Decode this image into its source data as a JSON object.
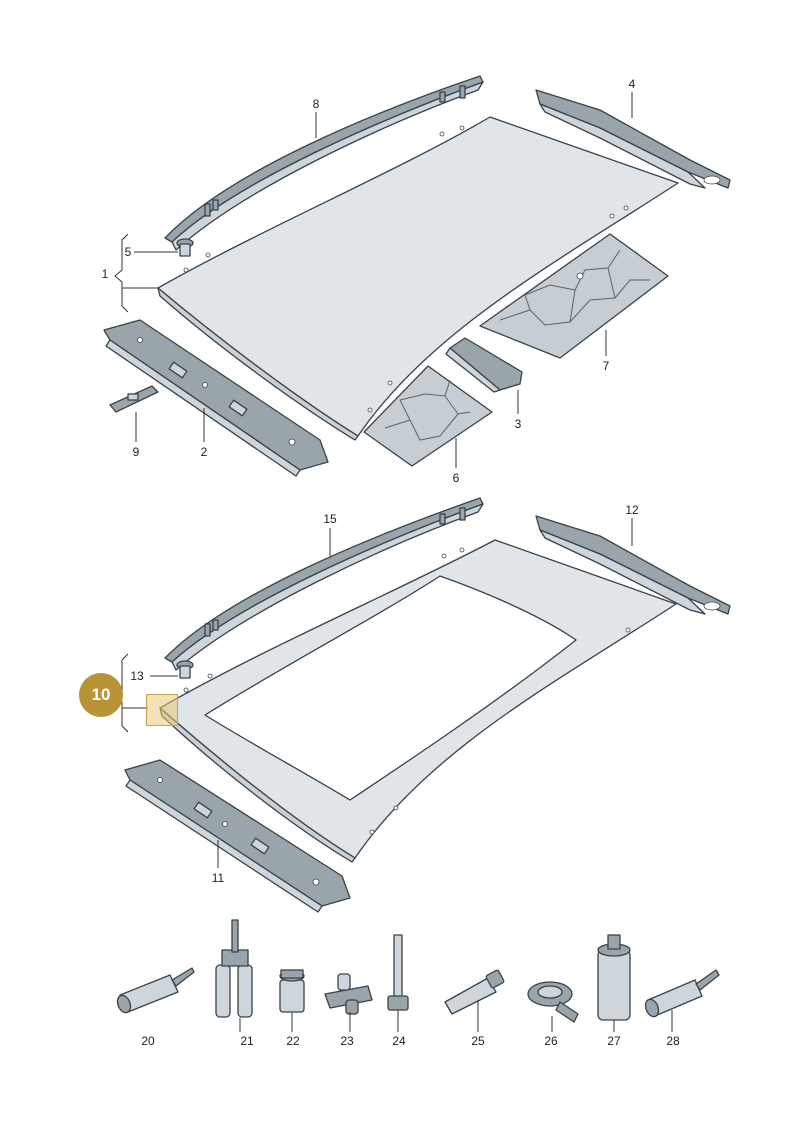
{
  "labels": {
    "p1": "1",
    "p2": "2",
    "p3": "3",
    "p4": "4",
    "p5": "5",
    "p6": "6",
    "p7": "7",
    "p8": "8",
    "p9": "9",
    "p11": "11",
    "p12": "12",
    "p13": "13",
    "p15": "15",
    "p20": "20",
    "p21": "21",
    "p22": "22",
    "p23": "23",
    "p24": "24",
    "p25": "25",
    "p26": "26",
    "p27": "27",
    "p28": "28"
  },
  "callout": {
    "label": "10",
    "color": "#b89437"
  },
  "highlight_color": "#ebc878"
}
